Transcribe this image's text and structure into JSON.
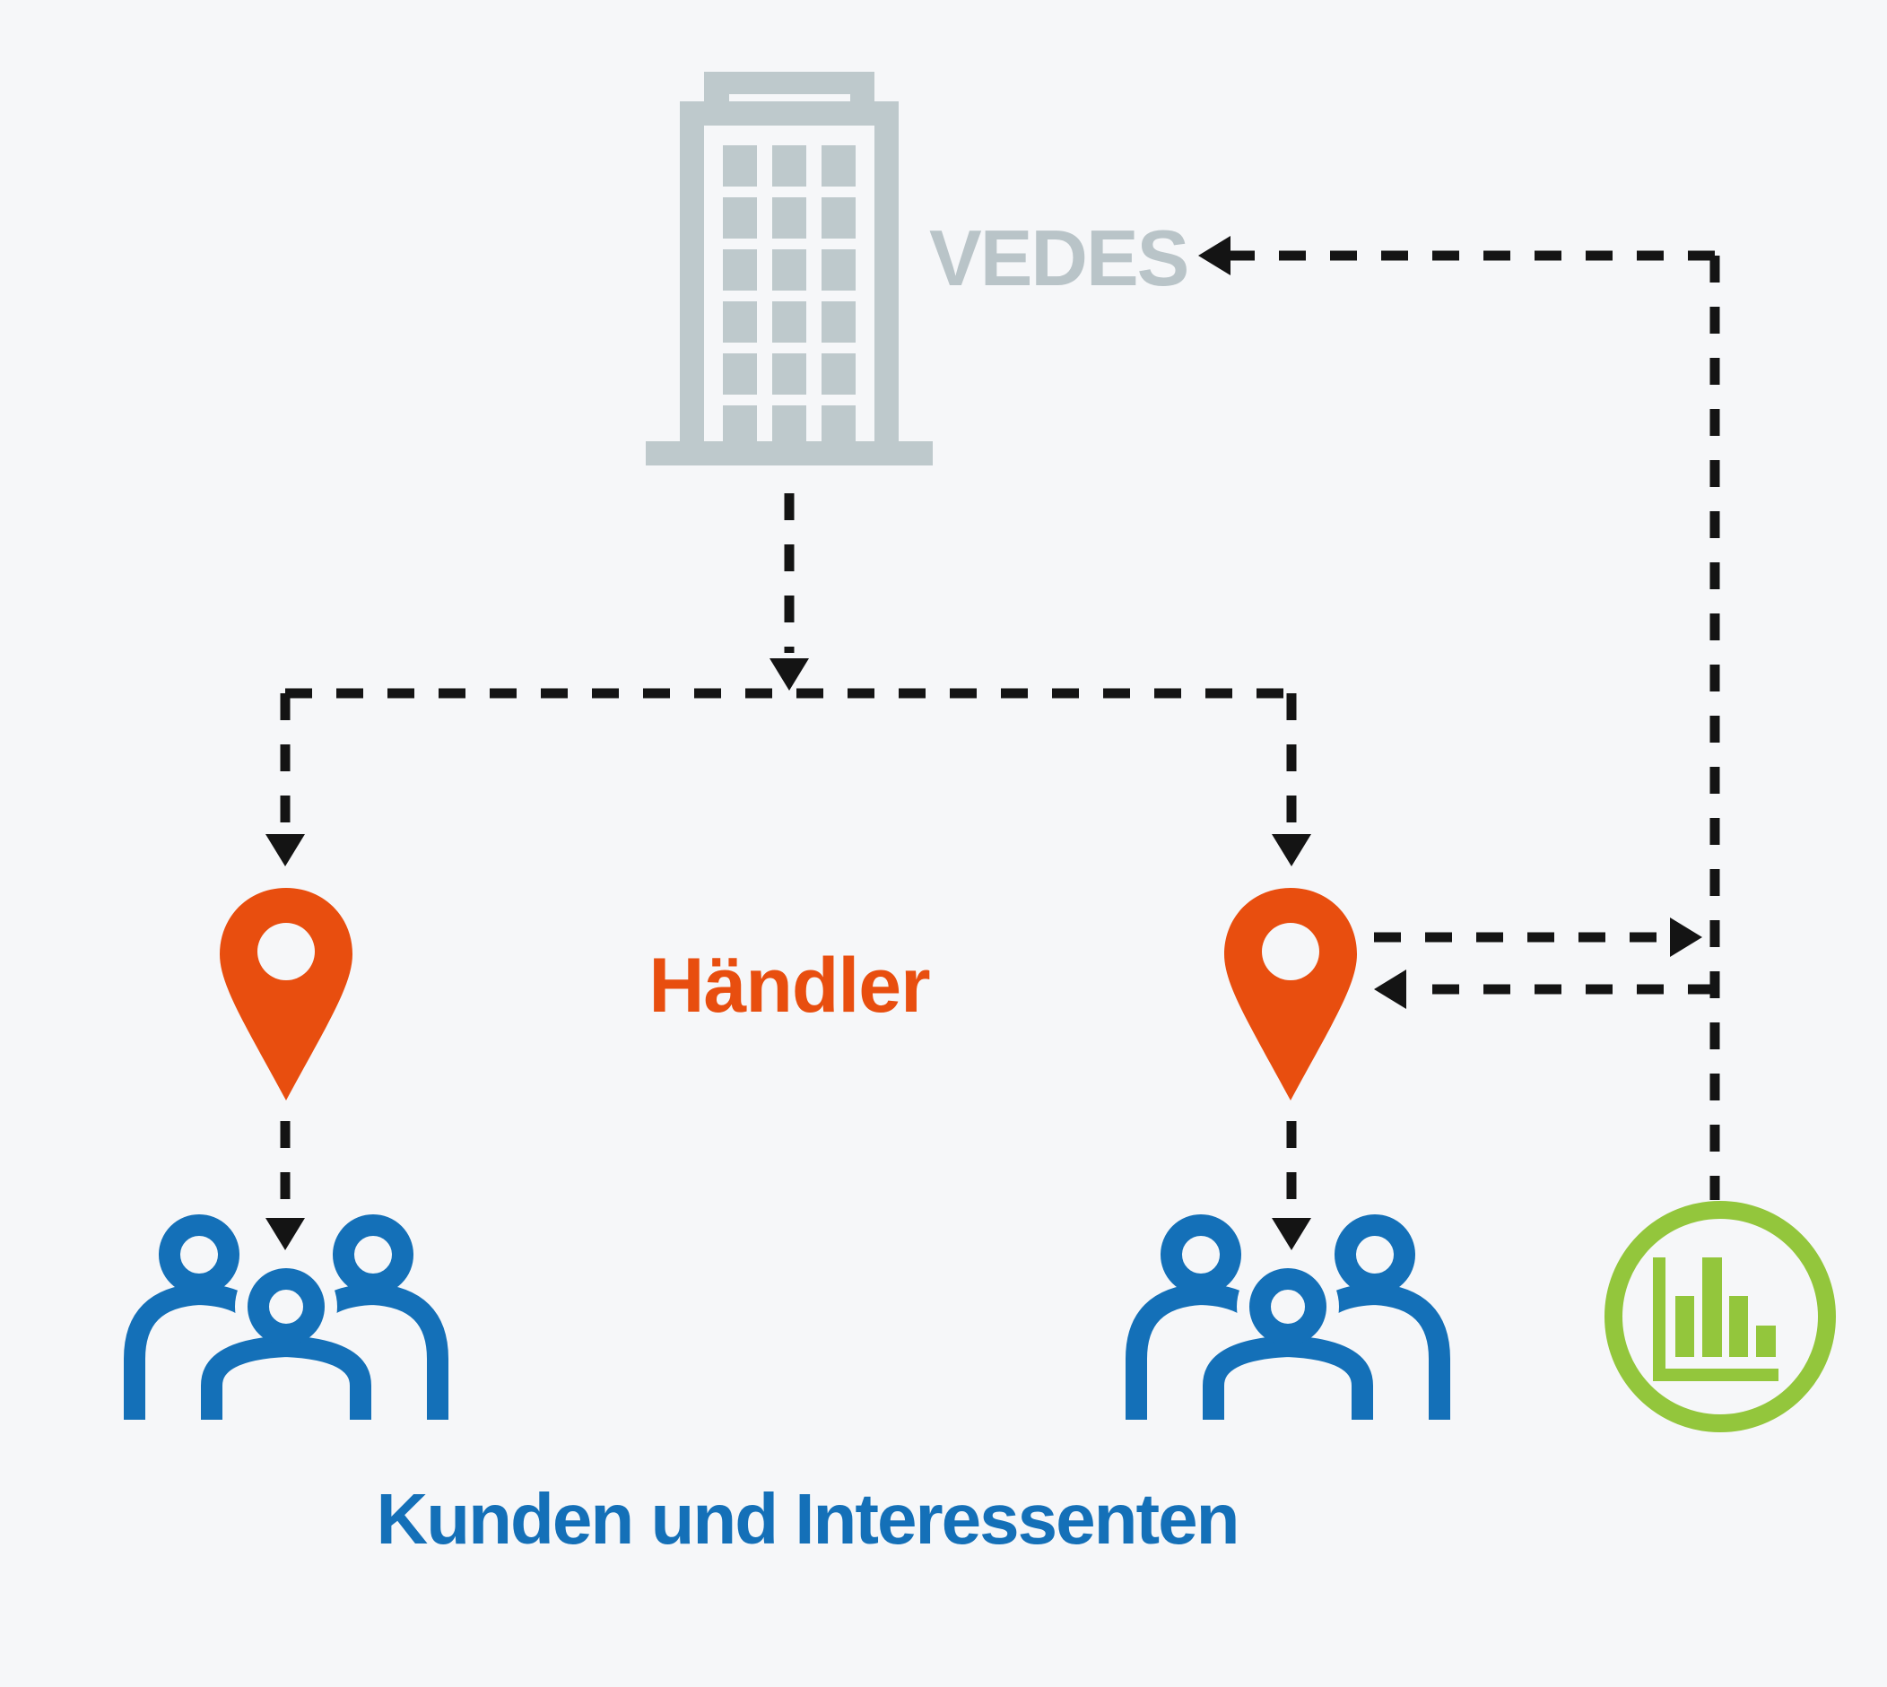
{
  "page": {
    "background": "#f6f7f9",
    "description_texts": {}
  },
  "colors": {
    "building_gray": "#bec9cc",
    "vedes_text_gray": "#b9c4c8",
    "accent_orange": "#e84e0f",
    "brand_blue": "#1470b8",
    "chart_green": "#93c63c",
    "connector_black": "#141414"
  },
  "nodes": {
    "vedes": {
      "label": "VEDES"
    },
    "haendler": {
      "label": "Händler"
    },
    "customers": {
      "label": "Kunden und Interessenten"
    }
  },
  "icons": {
    "top": "building-icon",
    "dealers": [
      "map-pin-icon",
      "map-pin-icon"
    ],
    "customers": [
      "people-group-icon",
      "people-group-icon"
    ],
    "analytics": "bar-chart-icon"
  },
  "edges": [
    {
      "from": "vedes",
      "to": "haendler-left",
      "style": "dashed",
      "direction": "down"
    },
    {
      "from": "vedes",
      "to": "haendler-right",
      "style": "dashed",
      "direction": "down"
    },
    {
      "from": "haendler-left",
      "to": "customers-left",
      "style": "dashed",
      "direction": "down"
    },
    {
      "from": "haendler-right",
      "to": "customers-right",
      "style": "dashed",
      "direction": "down"
    },
    {
      "from": "haendler-right",
      "to": "analytics-line",
      "style": "dashed",
      "direction": "right"
    },
    {
      "from": "analytics-line",
      "to": "haendler-right",
      "style": "dashed",
      "direction": "left"
    },
    {
      "from": "analytics",
      "to": "vedes",
      "style": "dashed",
      "direction": "up-left"
    }
  ]
}
